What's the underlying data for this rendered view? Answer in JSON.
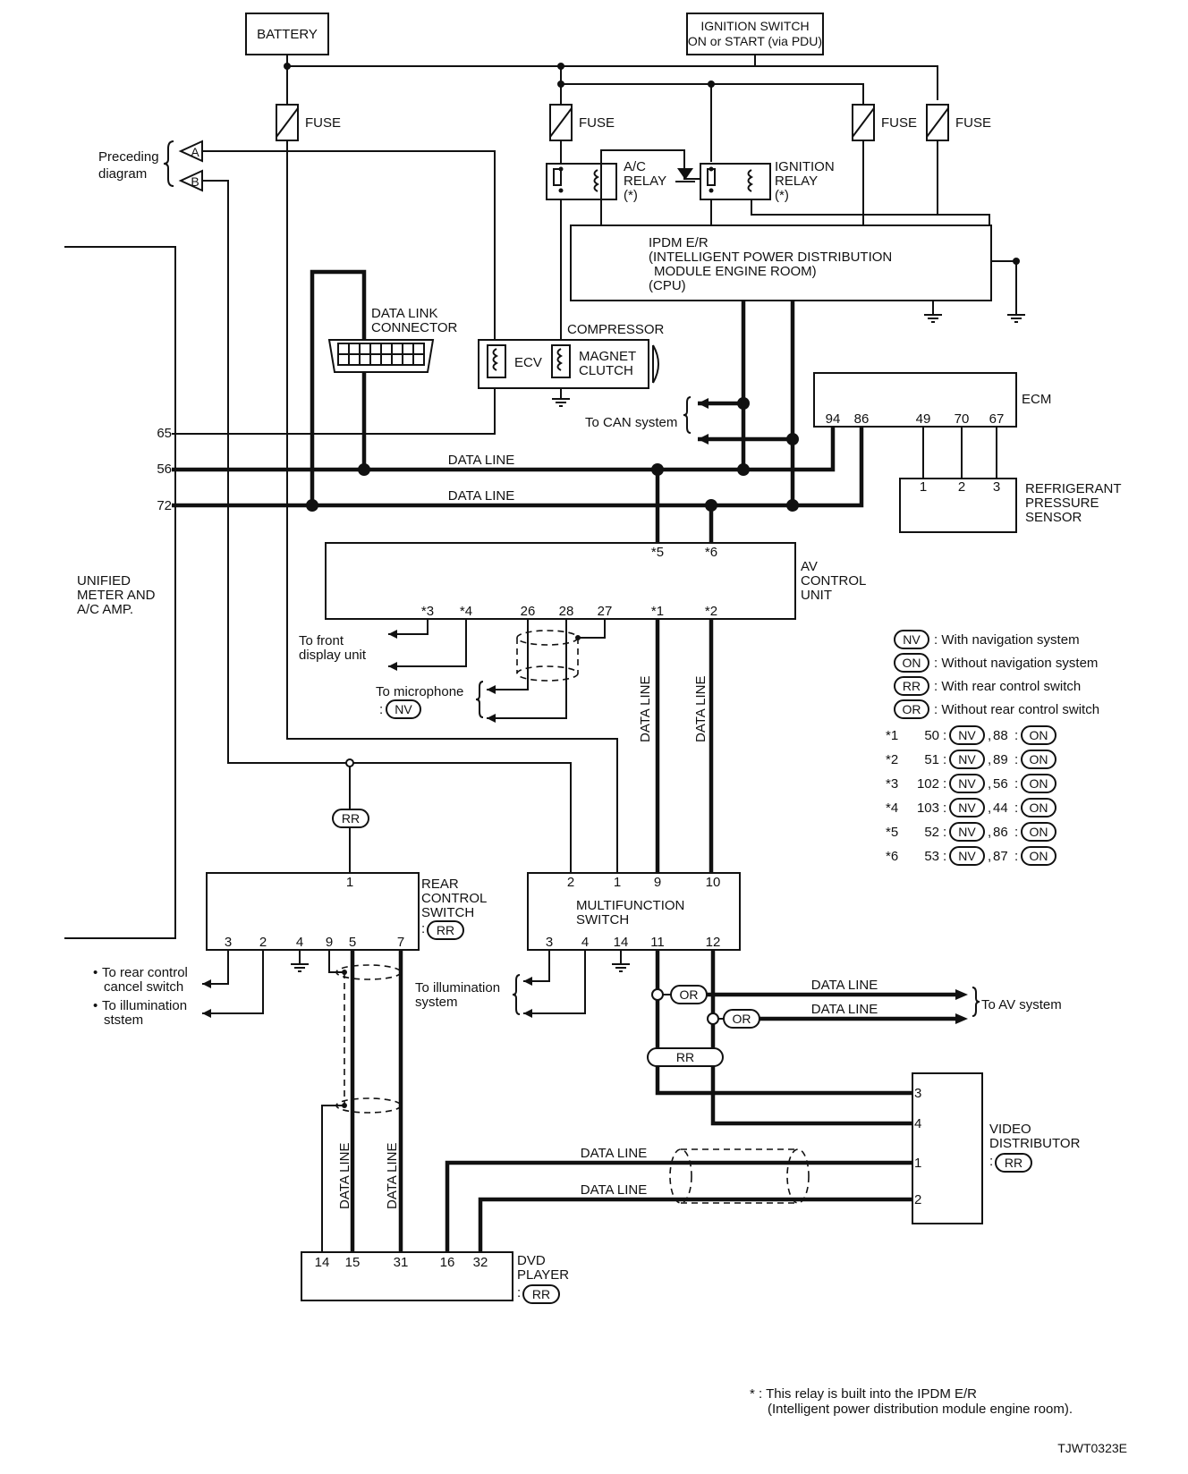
{
  "components": {
    "battery": "BATTERY",
    "ignition_switch": [
      "IGNITION SWITCH",
      "ON or START (via PDU)"
    ],
    "fuse": "FUSE",
    "preceding_diagram": [
      "Preceding",
      "diagram"
    ],
    "connector_a": "A",
    "connector_b": "B",
    "ac_relay": [
      "A/C",
      "RELAY",
      "(*)"
    ],
    "ignition_relay": [
      "IGNITION",
      "RELAY",
      "(*)"
    ],
    "ipdm": [
      "IPDM E/R",
      "(INTELLIGENT POWER DISTRIBUTION",
      "MODULE ENGINE ROOM)",
      "(CPU)"
    ],
    "data_link_connector": [
      "DATA LINK",
      "CONNECTOR"
    ],
    "compressor": "COMPRESSOR",
    "ecv": "ECV",
    "magnet_clutch": [
      "MAGNET",
      "CLUTCH"
    ],
    "to_can": "To CAN system",
    "ecm": "ECM",
    "ecm_pins": [
      "94",
      "86",
      "49",
      "70",
      "67"
    ],
    "sensor_pins": [
      "1",
      "2",
      "3"
    ],
    "refrigerant_sensor": [
      "REFRIGERANT",
      "PRESSURE",
      "SENSOR"
    ],
    "unified_meter": [
      "UNIFIED",
      "METER AND",
      "A/C AMP."
    ],
    "meter_pins": [
      "65",
      "56",
      "72"
    ],
    "data_line": "DATA LINE",
    "av_control_unit": [
      "AV",
      "CONTROL",
      "UNIT"
    ],
    "av_pins_top": [
      "*5",
      "*6"
    ],
    "av_pins_bottom": [
      "*3",
      "*4",
      "26",
      "28",
      "27",
      "*1",
      "*2"
    ],
    "to_front_display": [
      "To front",
      "display unit"
    ],
    "to_microphone": "To microphone",
    "rear_control_switch": [
      "REAR",
      "CONTROL",
      "SWITCH"
    ],
    "rcs_pin_top": "1",
    "rcs_pins_bottom": [
      "3",
      "2",
      "4",
      "9",
      "5",
      "7"
    ],
    "multifunction_switch": [
      "MULTIFUNCTION",
      "SWITCH"
    ],
    "mfs_pins_top": [
      "2",
      "1",
      "9",
      "10"
    ],
    "mfs_pins_bottom": [
      "3",
      "4",
      "14",
      "11",
      "12"
    ],
    "to_rear_control": [
      "To rear control",
      "cancel switch"
    ],
    "to_illumination_rcs": [
      "To illumination",
      "ststem"
    ],
    "to_illumination_mfs": [
      "To illumination",
      "system"
    ],
    "to_av_system": "To AV  system",
    "video_distributor": [
      "VIDEO",
      "DISTRIBUTOR"
    ],
    "vd_pins": [
      "3",
      "4",
      "1",
      "2"
    ],
    "dvd_player": [
      "DVD",
      "PLAYER"
    ],
    "dvd_pins": [
      "14",
      "15",
      "31",
      "16",
      "32"
    ]
  },
  "badges": {
    "nv": "NV",
    "on": "ON",
    "rr": "RR",
    "or": "OR"
  },
  "legend": {
    "options": [
      {
        "code": "NV",
        "text": ": With navigation system"
      },
      {
        "code": "ON",
        "text": ": Without navigation system"
      },
      {
        "code": "RR",
        "text": ": With rear control switch"
      },
      {
        "code": "OR",
        "text": ": Without rear control switch"
      }
    ],
    "pin_table": [
      {
        "star": "*1",
        "nv_pin": "50",
        "on_pin": "88"
      },
      {
        "star": "*2",
        "nv_pin": "51",
        "on_pin": "89"
      },
      {
        "star": "*3",
        "nv_pin": "102",
        "on_pin": "56"
      },
      {
        "star": "*4",
        "nv_pin": "103",
        "on_pin": "44"
      },
      {
        "star": "*5",
        "nv_pin": "52",
        "on_pin": "86"
      },
      {
        "star": "*6",
        "nv_pin": "53",
        "on_pin": "87"
      }
    ]
  },
  "footnote": [
    "* : This relay is built into the IPDM E/R",
    "(Intelligent power distribution module engine room)."
  ],
  "figure_id": "TJWT0323E"
}
